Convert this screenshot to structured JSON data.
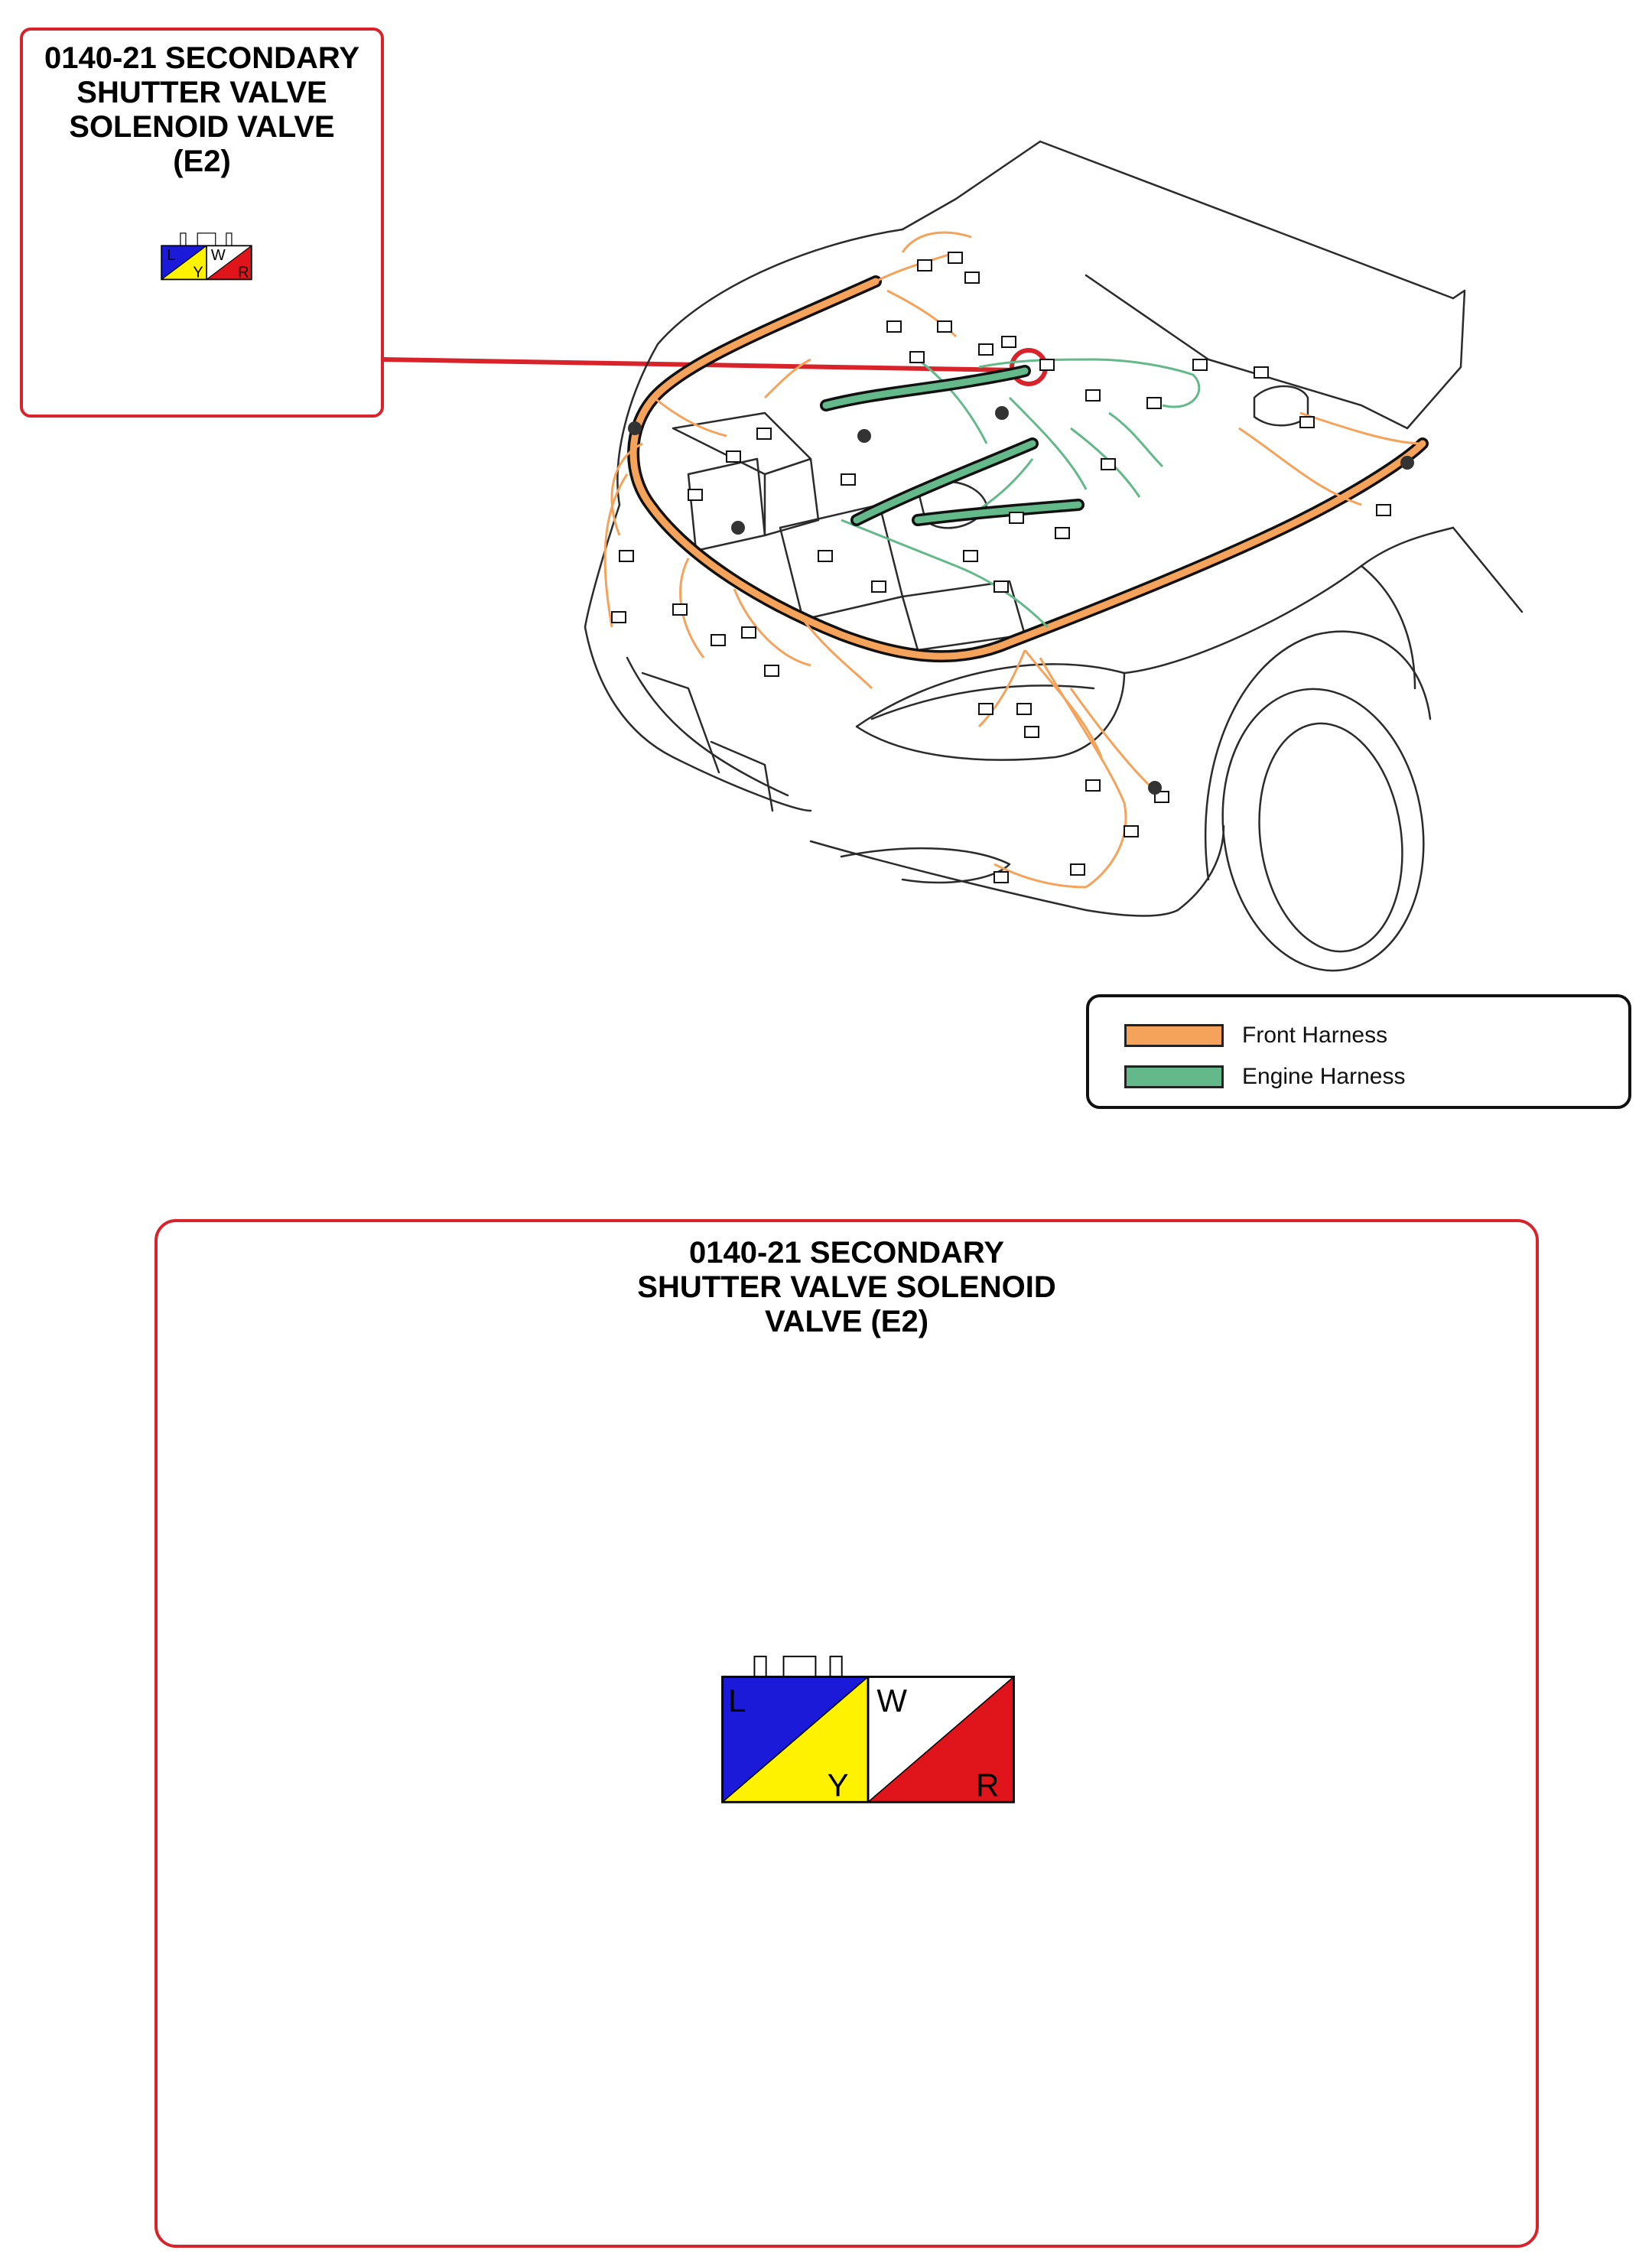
{
  "connector": {
    "title_small": "0140-21 SECONDARY\nSHUTTER VALVE\nSOLENOID VALVE\n(E2)",
    "title_large": "0140-21 SECONDARY\nSHUTTER VALVE SOLENOID\nVALVE (E2)",
    "pins": [
      {
        "letter": "L",
        "color": "#1a1ad8"
      },
      {
        "letter": "Y",
        "color": "#fff200"
      },
      {
        "letter": "W",
        "color": "#ffffff"
      },
      {
        "letter": "R",
        "color": "#e0141b"
      }
    ]
  },
  "legend": {
    "items": [
      {
        "label": "Front Harness",
        "color": "#f5a35a"
      },
      {
        "label": "Engine Harness",
        "color": "#63b98a"
      }
    ]
  },
  "colors": {
    "callout_border": "#d8232a",
    "front_harness": "#f5a35a",
    "engine_harness": "#63b98a"
  }
}
